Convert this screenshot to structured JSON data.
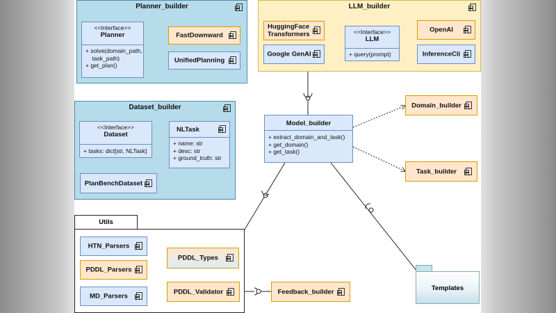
{
  "packages": {
    "planner_builder": "Planner_builder",
    "llm_builder": "LLM_builder",
    "dataset_builder": "Dataset_builder",
    "utils": "Utils"
  },
  "planner_interface": {
    "stereotype": "<<Interface>>",
    "name": "Planner",
    "ops": "+ solve(domain_path,\n    task_path)\n+ get_plan()"
  },
  "llm_interface": {
    "stereotype": "<<Interface>>",
    "name": "LLM",
    "ops": "+ query(prompt)"
  },
  "dataset_interface": {
    "stereotype": "<<Interface>>",
    "name": "Dataset",
    "ops": "+ tasks: dict[str, NLTask]"
  },
  "nltask": {
    "name": "NLTask",
    "ops": "+ name: str\n+ desc: str\n+ ground_truth: str"
  },
  "model_builder": {
    "name": "Model_builder",
    "ops": "+ extract_domain_and_task()\n+ get_domain()\n+ get_task()"
  },
  "components": {
    "fastdownward": "FastDownward",
    "unifiedplanning": "UnifiedPlanning",
    "huggingface": "HuggingFace\nTransformers",
    "googlegenai": "Google GenAI",
    "openai": "OpenAI",
    "inferencecli": "InferenceCli",
    "planbench": "PlanBenchDataset",
    "domain_builder": "Domain_builder",
    "task_builder": "Task_builder",
    "htn_parsers": "HTN_Parsers",
    "pddl_parsers": "PDDL_Parsers",
    "md_parsers": "MD_Parsers",
    "pddl_types": "PDDL_Types",
    "pddl_validator": "PDDL_Validator",
    "feedback_builder": "Feedback_builder",
    "templates": "Templates"
  }
}
